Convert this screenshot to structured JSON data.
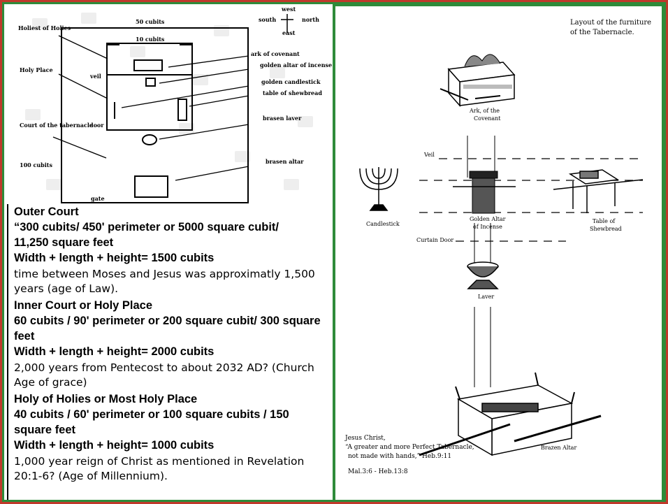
{
  "plan": {
    "holiest_label": "Holiest of Holies",
    "dim_50": "50 cubits",
    "compass": {
      "west": "west",
      "south": "south",
      "north": "north",
      "east": "east"
    },
    "dim_10": "10 cubits",
    "ark": "ark of covenant",
    "golden_altar": "golden altar of incense",
    "holy_place": "Holy Place",
    "veil": "veil",
    "candlestick": "golden candlestick",
    "shewbread": "table of shewbread",
    "court_label": "Court of the tabernacle",
    "door": "door",
    "laver": "brasen laver",
    "dim_100": "100 cubits",
    "brasen_altar": "brasen altar",
    "gate": "gate"
  },
  "text": {
    "outer": {
      "title": "Outer Court",
      "l1": "“300 cubits/ 450' perimeter or 5000 square cubit/",
      "l2": "11,250 square feet",
      "l3": "Width + length + height= 1500 cubits",
      "note": "time between Moses and Jesus was approximatly 1,500 years (age of Law)."
    },
    "inner": {
      "title": "Inner Court or Holy Place",
      "l1": "60 cubits / 90' perimeter or 200 square cubit/ 300 square feet",
      "l2": "Width + length + height= 2000 cubits",
      "note": "2,000 years from Pentecost to about 2032 AD? (Church Age of grace)"
    },
    "holiest": {
      "title": "Holy of Holies or Most Holy Place",
      "l1": "40 cubits / 60' perimeter or 100 square cubits / 150 square feet",
      "l2": "Width + length + height= 1000 cubits",
      "note": "1,000 year reign of Christ as mentioned in Revelation 20:1-6? (Age of Millennium)."
    }
  },
  "layout": {
    "title1": "Layout of the furniture",
    "title2": "of the Tabernacle.",
    "ark1": "Ark, of the",
    "ark2": "Covenant",
    "veil": "Veil",
    "candlestick": "Candlestick",
    "altar1": "Golden Altar",
    "altar2": "of Incense",
    "table1": "Table of",
    "table2": "Shewbread",
    "curtain": "Curtain Door",
    "laver": "Laver",
    "jc": "Jesus Christ,",
    "quote1": "“A greater and more Perfect Tabernacle,",
    "quote2": "not made with hands,” Heb.9:11",
    "brazen": "Brazen Altar",
    "ref": "Mal.3:6 - Heb.13:8"
  }
}
